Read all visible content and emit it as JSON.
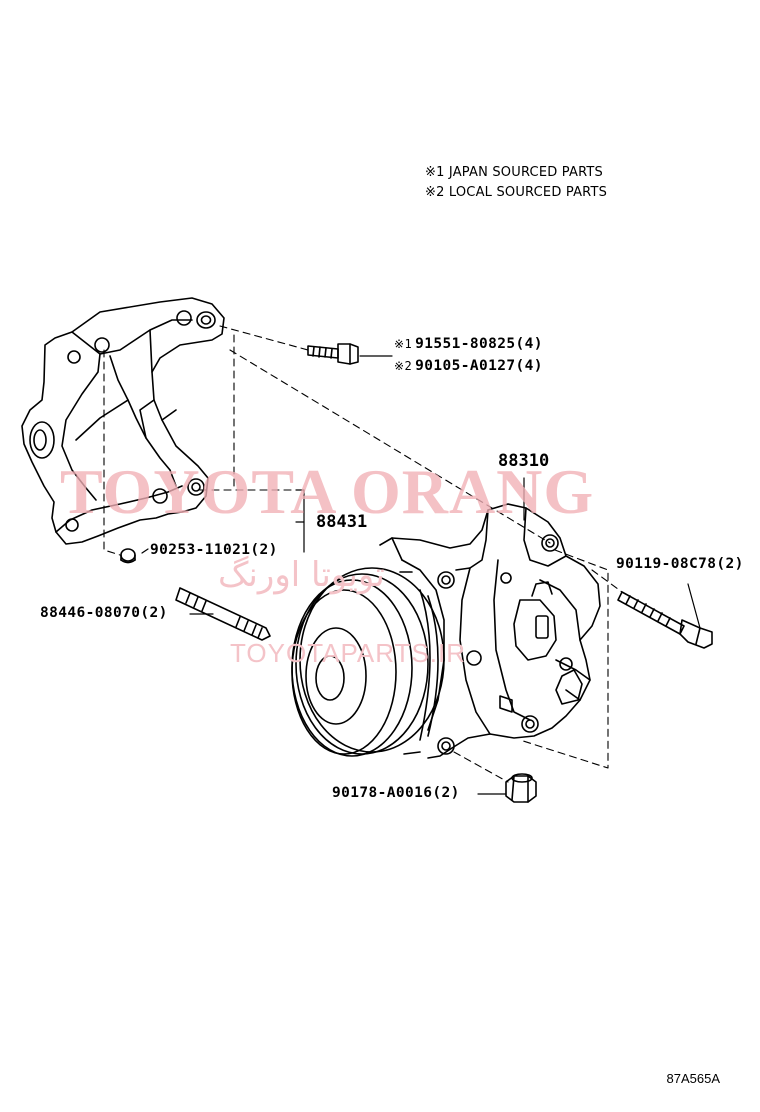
{
  "legend": {
    "japan": "※1 JAPAN SOURCED PARTS",
    "local": "※2 LOCAL SOURCED PARTS"
  },
  "parts": {
    "bolt_japan": {
      "mark": "※1",
      "number": "91551-80825(4)"
    },
    "bolt_local": {
      "mark": "※2",
      "number": "90105-A0127(4)"
    },
    "compressor": "88310",
    "bracket": "88431",
    "nut_small": "90253-11021(2)",
    "stud": "88446-08070(2)",
    "bolt_right": "90119-08C78(2)",
    "nut_bottom": "90178-A0016(2)"
  },
  "watermark": {
    "main": "TOYOTA ORANG",
    "farsi": "تویوتا اورنگ",
    "sub": "TOYOTAPARTS.IR"
  },
  "figure_code": "87A565A",
  "icons": [
    "bracket-drawing",
    "compressor-drawing",
    "pulley-drawing",
    "bolt-icon",
    "nut-icon",
    "stud-icon"
  ]
}
